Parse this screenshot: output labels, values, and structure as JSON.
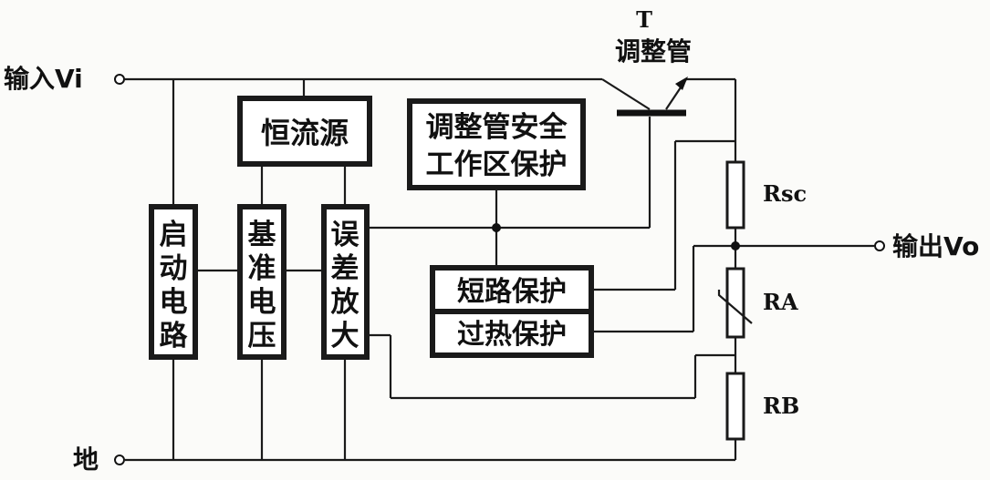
{
  "terminals": {
    "input": "输入Vi",
    "ground": "地",
    "output": "输出Vo"
  },
  "transistor": {
    "symbol": "T",
    "name": "调整管"
  },
  "blocks": {
    "constant_current": "恒流源",
    "soa_protect_line1": "调整管安全",
    "soa_protect_line2": "工作区保护",
    "startup": [
      "启",
      "动",
      "电",
      "路"
    ],
    "reference": [
      "基",
      "准",
      "电",
      "压"
    ],
    "error_amp": [
      "误",
      "差",
      "放",
      "大"
    ],
    "short_protect": "短路保护",
    "thermal_protect": "过热保护"
  },
  "resistors": {
    "sense": "Rsc",
    "divider_top": "RA",
    "divider_bottom": "RB"
  }
}
